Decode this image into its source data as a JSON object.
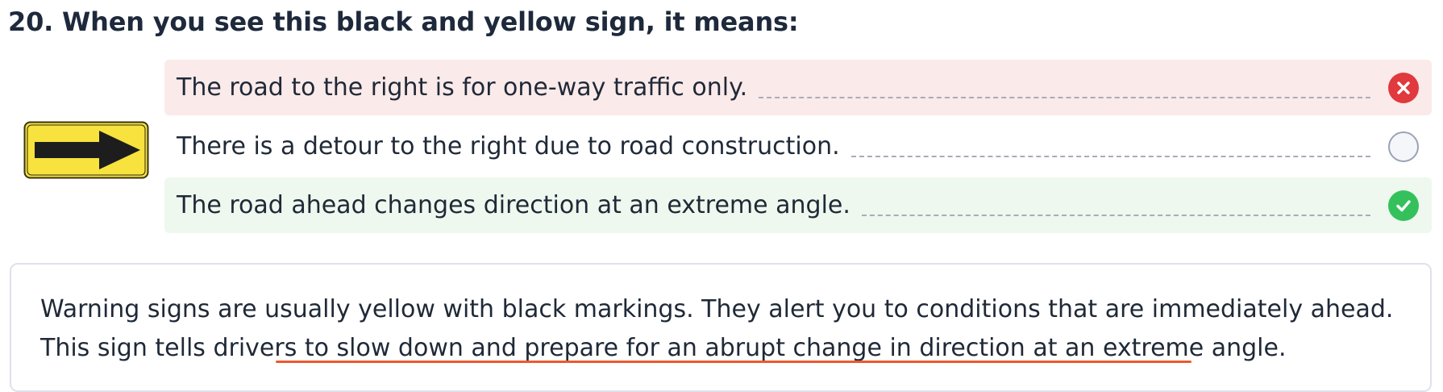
{
  "question": {
    "title": "20. When you see this black and yellow sign, it means:"
  },
  "sign": {
    "icon": "arrow-right-sign-icon",
    "colors": {
      "background": "#f7e23e",
      "arrow": "#1d1d1d"
    }
  },
  "options": [
    {
      "text": "The road to the right is for one-way traffic only.",
      "state": "incorrect",
      "status_icon": "x-circle-icon"
    },
    {
      "text": "There is a detour to the right due to road construction.",
      "state": "unselected",
      "status_icon": "empty-circle-icon"
    },
    {
      "text": "The road ahead changes direction at an extreme angle.",
      "state": "correct",
      "status_icon": "check-circle-icon"
    }
  ],
  "explanation": {
    "part1": "Warning signs are usually yellow with black markings. They alert you to conditions that are immediately ahead. This sign tells drivers to s",
    "highlight": "low down and prepare for an abrupt change in direction at an extreme angle.",
    "highlight_color": "#ea5a2f"
  },
  "colors": {
    "incorrect_bg": "#fbeaea",
    "correct_bg": "#eef8ee",
    "incorrect_icon": "#e0393e",
    "correct_icon": "#34c15c"
  }
}
